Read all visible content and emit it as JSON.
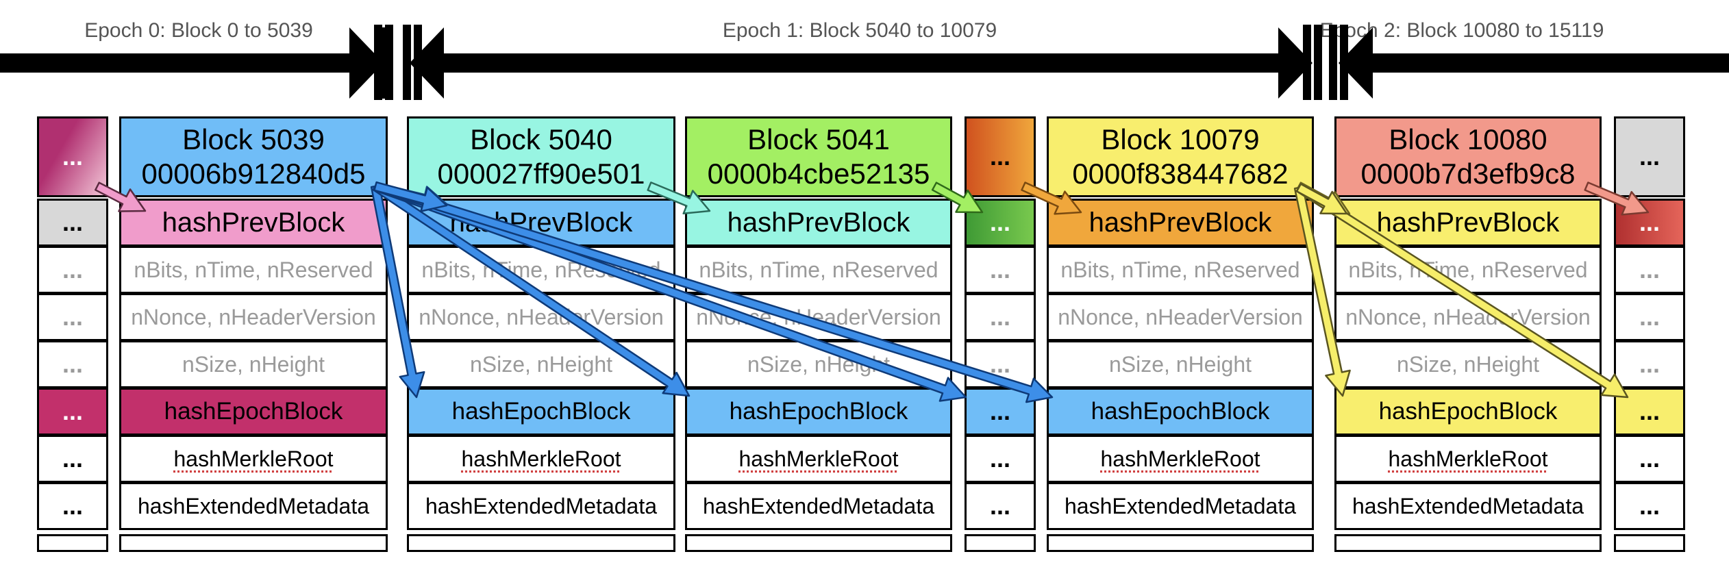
{
  "epochs": [
    {
      "label": "Epoch 0: Block 0 to 5039"
    },
    {
      "label": "Epoch 1: Block 5040 to 10079"
    },
    {
      "label": "Epoch 2: Block 10080 to 15119"
    }
  ],
  "fields": {
    "prev": "hashPrevBlock",
    "bits": "nBits, nTime, nReserved",
    "nonce": "nNonce, nHeaderVersion",
    "size": "nSize, nHeight",
    "epoch": "hashEpochBlock",
    "merkle": "hashMerkleRoot",
    "meta": "hashExtendedMetadata"
  },
  "ellipsis": "...",
  "blocks": [
    {
      "title": "Block 5039",
      "hash": "00006b912840d5",
      "color": "#70bdf7",
      "epoch_color": "#c2306b",
      "prev_color": "#f09ccb"
    },
    {
      "title": "Block 5040",
      "hash": "000027ff90e501",
      "color": "#98f5e2",
      "epoch_color": "#70bdf7",
      "prev_color": "#70bdf7"
    },
    {
      "title": "Block 5041",
      "hash": "0000b4cbe52135",
      "color": "#a3ef63",
      "epoch_color": "#70bdf7",
      "prev_color": "#98f5e2"
    },
    {
      "title": "Block 10079",
      "hash": "0000f838447682",
      "color": "#f8ee6e",
      "epoch_color": "#70bdf7",
      "prev_color": "#f0a73c"
    },
    {
      "title": "Block 10080",
      "hash": "0000b7d3efb9c8",
      "color": "#f2998b",
      "epoch_color": "#f8ee6e",
      "prev_color": "#f8ee6e"
    }
  ],
  "colors": {
    "epoch0_ref": "#c2306b",
    "epoch1_ref": "#70bdf7",
    "epoch2_ref": "#f8ee6e",
    "prev_grey": "#d8d8d8",
    "arrow_blue": "#3d8ee8",
    "arrow_yellow": "#f6ee6a"
  }
}
